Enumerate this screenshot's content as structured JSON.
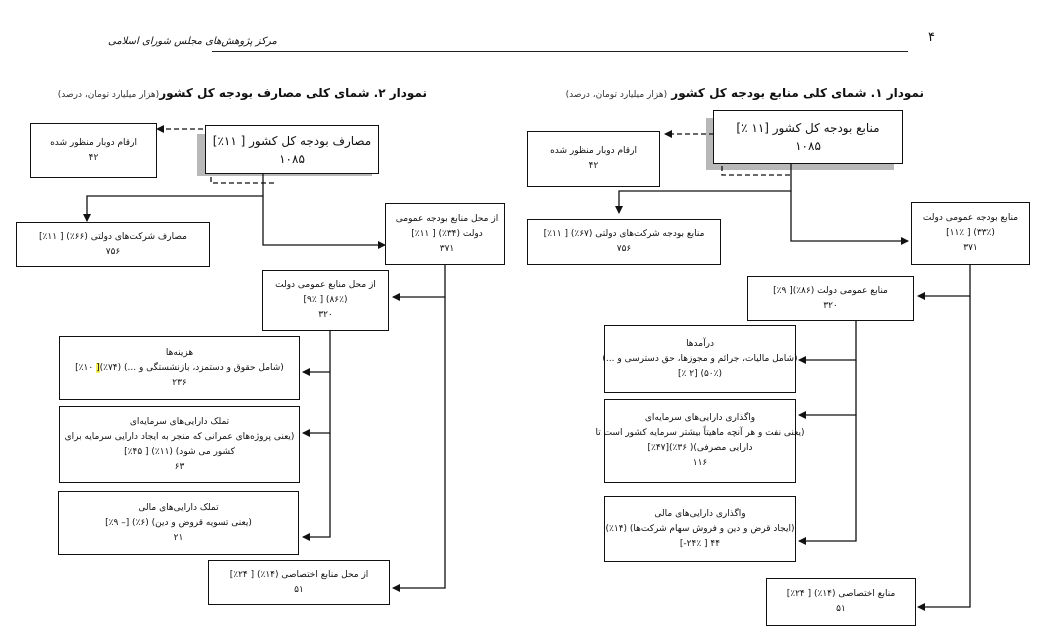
{
  "header": {
    "page_number": "۴",
    "publisher": "مرکز پژوهش‌های مجلس شورای اسلامی"
  },
  "chart1": {
    "title": "نمودار ۱. شمای کلی منابع بودجه کل کشور",
    "unit": "(هزار میلیارد تومان، درصد)",
    "root": {
      "label": "منابع بودجه کل کشور  [۱۱ ٪]",
      "value": "۱۰۸۵"
    },
    "double_counted": {
      "label": "ارقام دوبار منظور شده",
      "value": "۴۲"
    },
    "soe": {
      "label": "منابع بودجه شرکت‌های دولتی (۶۷٪) [ ۱۱٪]",
      "value": "۷۵۶"
    },
    "general": {
      "line1": "منابع بودجه عمومی دولت",
      "line2": "(۳۳٪) [ ۱۱٪]",
      "value": "۳۷۱"
    },
    "general_public": {
      "label": "منابع عمومی دولت (۸۶٪)[ ۹٪]",
      "value": "۳۲۰"
    },
    "revenues": {
      "line1": "درآمدها",
      "line2": "(شامل مالیات، جرائم و مجوزها، حق دسترسی و ...)",
      "line3": "(۵۰٪) [۲ ٪]"
    },
    "capital_assets": {
      "line1": "واگذاری دارایی‌های سرمایه‌ای",
      "line2": "(یعنی نفت و هر آنچه ماهیتاً بیشتر سرمایه کشور است تا",
      "line3": "دارایی مصرفی)( ۳۶٪)[۴۷٪]",
      "value": "۱۱۶"
    },
    "financial_assets": {
      "line1": "واگذاری دارایی‌های مالی",
      "line2": "(ایجاد قرض و دین و فروش سهام شرکت‌ها) (۱۴٪)",
      "line3": "۴۴  [ ۲۴٪-]"
    },
    "earmarked": {
      "label": "منابع اختصاصی (۱۴٪) [ ۲۴٪]",
      "value": "۵۱"
    }
  },
  "chart2": {
    "title": "نمودار ۲. شمای کلی مصارف بودجه کل کشور",
    "unit": "(هزار میلیارد تومان، درصد)",
    "root": {
      "label": "مصارف بودجه کل کشور [ ۱۱٪]",
      "value": "۱۰۸۵"
    },
    "double_counted": {
      "label": "ارقام دوبار منظور شده",
      "value": "۴۲"
    },
    "soe": {
      "label": "مصارف شرکت‌های دولتی (۶۶٪) [ ۱۱٪]",
      "value": "۷۵۶"
    },
    "general": {
      "line1": "از محل منابع بودجه عمومی",
      "line2": "دولت (۳۴٪) [ ۱۱٪]",
      "value": "۳۷۱"
    },
    "general_public": {
      "line1": "از محل منابع عمومی دولت",
      "line2": "(۸۶٪) [ ۹٪]",
      "value": "۳۲۰"
    },
    "expenses": {
      "line1": "هزینه‌ها",
      "line2a": "(شامل حقوق و دستمزد، بازنشستگی و ...) (۷۴٪)",
      "line2b": "[",
      "line2c": " ۱۰٪]",
      "value": "۲۳۶"
    },
    "capital_acq": {
      "line1": "تملک دارایی‌های سرمایه‌ای",
      "line2": "(یعنی پروژه‌های عمرانی که منجر به ایجاد دارایی سرمایه برای",
      "line3": "کشور می شود) (۱۱٪) [ ۴۵٪]",
      "value": "۶۳"
    },
    "financial_acq": {
      "line1": "تملک دارایی‌های مالی",
      "line2": "(یعنی تسویه قروض و دین) (۶٪) [– ۹٪]",
      "value": "۲۱"
    },
    "earmarked": {
      "label": "از محل منابع  اختصاصی (۱۴٪) [ ۲۴٪]",
      "value": "۵۱"
    }
  }
}
